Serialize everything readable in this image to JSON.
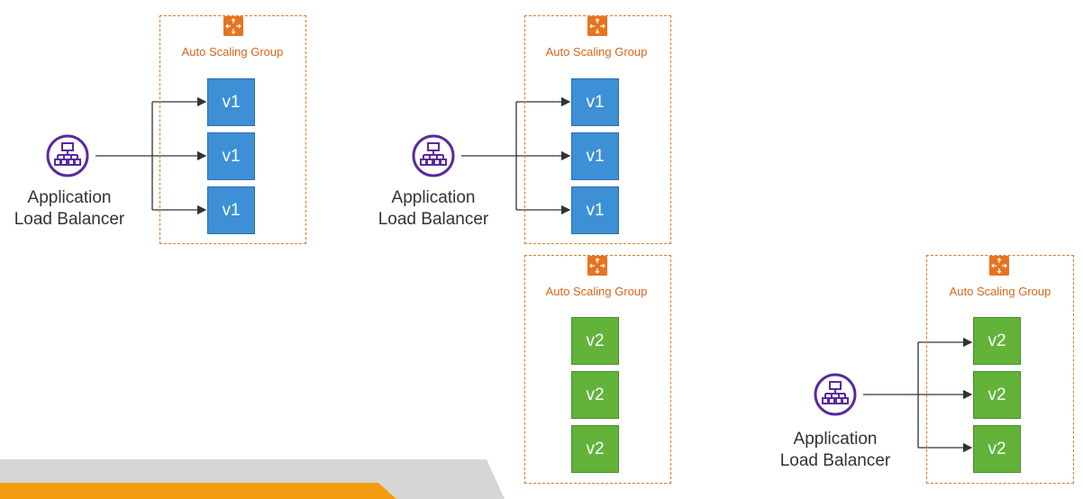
{
  "colors": {
    "asg_border": "#e07b2a",
    "asg_icon": "#e8731f",
    "asg_label": "#d9651a",
    "v1_instance": "#3d8fd6",
    "v2_instance": "#63b33a",
    "alb_icon": "#5a2a9e",
    "arrow": "#333333",
    "bottom_bar_orange": "#f39c12",
    "bottom_bar_gray": "#cfcfcf"
  },
  "icons": {
    "asg": "auto-scaling-icon",
    "alb": "load-balancer-icon"
  },
  "stage1": {
    "alb_label_line1": "Application",
    "alb_label_line2": "Load Balancer",
    "asg_label": "Auto Scaling Group",
    "instances": [
      "v1",
      "v1",
      "v1"
    ]
  },
  "stage2": {
    "alb_label_line1": "Application",
    "alb_label_line2": "Load Balancer",
    "asg_top_label": "Auto Scaling Group",
    "asg_top_instances": [
      "v1",
      "v1",
      "v1"
    ],
    "asg_bottom_label": "Auto Scaling Group",
    "asg_bottom_instances": [
      "v2",
      "v2",
      "v2"
    ]
  },
  "stage3": {
    "alb_label_line1": "Application",
    "alb_label_line2": "Load Balancer",
    "asg_label": "Auto Scaling Group",
    "instances": [
      "v2",
      "v2",
      "v2"
    ]
  }
}
